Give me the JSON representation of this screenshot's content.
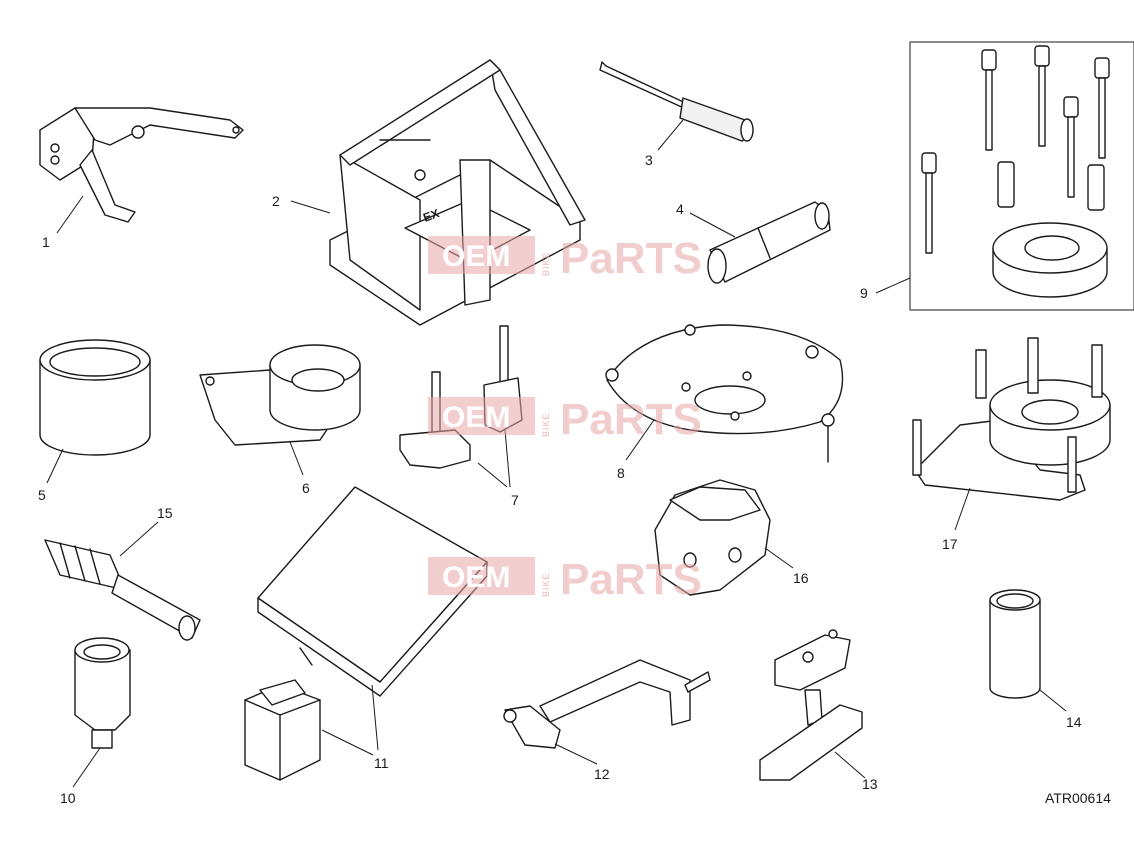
{
  "diagram": {
    "drawing_code": "ATR00614",
    "callouts": [
      "1",
      "2",
      "3",
      "4",
      "5",
      "6",
      "7",
      "8",
      "9",
      "10",
      "11",
      "12",
      "13",
      "14",
      "15",
      "16",
      "17"
    ]
  },
  "watermark": {
    "oem": "OEM",
    "bike": "BIKE",
    "parts": "PaRTS"
  },
  "colors": {
    "line": "#1a1a1a",
    "watermark": "#e8a6a6",
    "background": "#ffffff"
  }
}
